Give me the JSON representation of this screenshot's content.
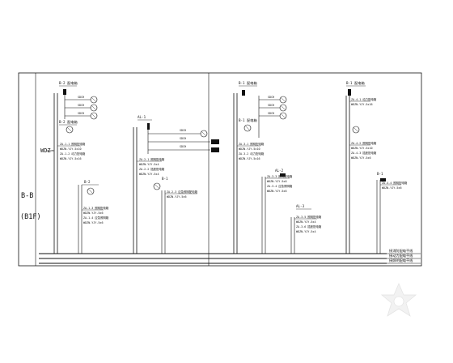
{
  "section_label": "B-B",
  "floor_label": "(B1F)",
  "riser_tag": "WDZ-",
  "watermark": {
    "icon": "watermark-logo-icon"
  },
  "accent": "#111111",
  "panels": {
    "p1_title": "B-2 配电箱",
    "p1_cable": "WDZN-YJY-5x16",
    "p2_title": "B-2 配电箱",
    "p2_cable": "WDZN-YJY-5x10",
    "p3_title": "B-2",
    "p3_cable": "WDZN-YJY-5x6",
    "p4_title": "AL-1",
    "p4_cable": "WDZN-YJY-5x4",
    "p5_title": "B-1 配电箱",
    "p5_cable": "WDZN-YJY-5x16",
    "p6_title": "AL-2",
    "p6_cable": "WDZN-YJY-5x6",
    "p7_title": "AL-3",
    "p7_cable": "WDZN-YJY-5x4",
    "p8_title": "B-1 配电箱",
    "p8_cable": "WDZN-YJY-5x10",
    "p9_title": "B-1",
    "p9_cable": "WDZN-YJY-5x6"
  },
  "bus_notes": {
    "line1": "接消防配电干线",
    "line2": "接动力配电干线",
    "line3": "接照明配电干线"
  }
}
